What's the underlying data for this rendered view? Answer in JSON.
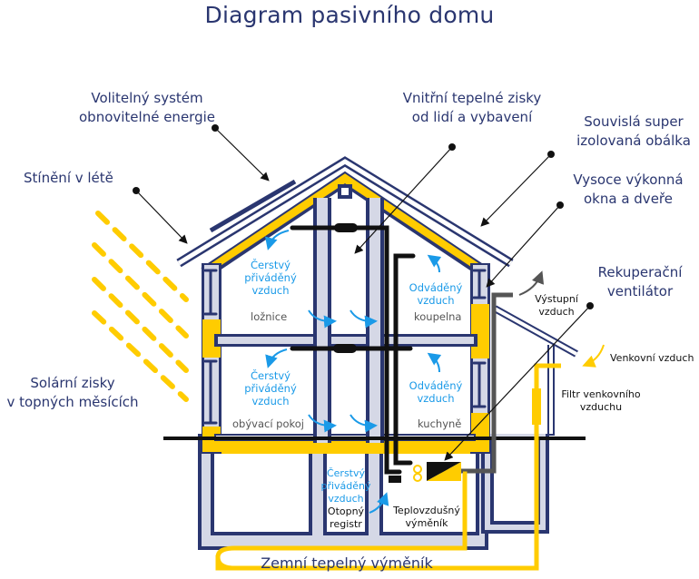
{
  "title": "Diagram pasivního domu",
  "callouts": {
    "renewable": [
      "Volitelný systém",
      "obnovitelné energie"
    ],
    "shading": "Stínění v létě",
    "internal_gains": [
      "Vnitřní tepelné zisky",
      "od lidí a vybavení"
    ],
    "envelope": [
      "Souvislá super",
      "izolovaná obálka"
    ],
    "windows": [
      "Vysoce výkonná",
      "okna a dveře"
    ],
    "recovery_fan": [
      "Rekuperační",
      "ventilátor"
    ],
    "solar_gains": [
      "Solární zisky",
      "v topných měsících"
    ],
    "ground_exchanger": "Zemní tepelný výměník"
  },
  "rooms": {
    "bedroom": "ložnice",
    "bathroom": "koupelna",
    "living_room": "obývací pokoj",
    "kitchen": "kuchyně"
  },
  "airflow": {
    "fresh_supply": [
      "Čerstvý",
      "přiváděný",
      "vzduch"
    ],
    "exhaust": [
      "Odváděný",
      "vzduch"
    ],
    "outlet": [
      "Výstupní",
      "vzduch"
    ],
    "outdoor": "Venkovní vzduch",
    "filter": [
      "Filtr venkovního",
      "vzduchu"
    ],
    "heating_coil": [
      "Otopný",
      "registr"
    ],
    "heat_exchanger": [
      "Teplovzdušný",
      "výměník"
    ]
  },
  "colors": {
    "navy": "#2a3670",
    "insulation": "#ffcc00",
    "wall_fill": "#d5d8e6",
    "air_blue": "#1a9ae8",
    "duct_black": "#111111",
    "exhaust_grey": "#555555"
  }
}
